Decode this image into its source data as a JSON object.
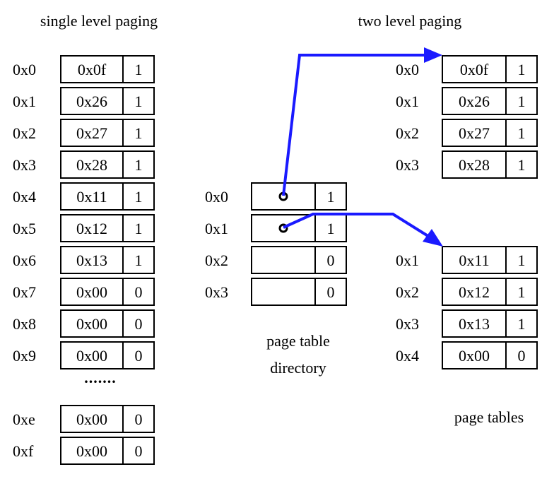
{
  "titles": {
    "single": "single level paging",
    "two": "two level paging"
  },
  "single_level": {
    "top_rows": [
      {
        "index": "0x0",
        "frame": "0x0f",
        "valid": "1"
      },
      {
        "index": "0x1",
        "frame": "0x26",
        "valid": "1"
      },
      {
        "index": "0x2",
        "frame": "0x27",
        "valid": "1"
      },
      {
        "index": "0x3",
        "frame": "0x28",
        "valid": "1"
      },
      {
        "index": "0x4",
        "frame": "0x11",
        "valid": "1"
      },
      {
        "index": "0x5",
        "frame": "0x12",
        "valid": "1"
      },
      {
        "index": "0x6",
        "frame": "0x13",
        "valid": "1"
      },
      {
        "index": "0x7",
        "frame": "0x00",
        "valid": "0"
      },
      {
        "index": "0x8",
        "frame": "0x00",
        "valid": "0"
      },
      {
        "index": "0x9",
        "frame": "0x00",
        "valid": "0"
      }
    ],
    "ellipsis": ".......",
    "bottom_rows": [
      {
        "index": "0xe",
        "frame": "0x00",
        "valid": "0"
      },
      {
        "index": "0xf",
        "frame": "0x00",
        "valid": "0"
      }
    ]
  },
  "directory": {
    "rows": [
      {
        "index": "0x0",
        "valid": "1",
        "pointer": true
      },
      {
        "index": "0x1",
        "valid": "1",
        "pointer": true
      },
      {
        "index": "0x2",
        "valid": "0",
        "pointer": false
      },
      {
        "index": "0x3",
        "valid": "0",
        "pointer": false
      }
    ],
    "label_line1": "page table",
    "label_line2": "directory"
  },
  "page_table_a": {
    "rows": [
      {
        "index": "0x0",
        "frame": "0x0f",
        "valid": "1"
      },
      {
        "index": "0x1",
        "frame": "0x26",
        "valid": "1"
      },
      {
        "index": "0x2",
        "frame": "0x27",
        "valid": "1"
      },
      {
        "index": "0x3",
        "frame": "0x28",
        "valid": "1"
      }
    ]
  },
  "page_table_b": {
    "rows": [
      {
        "index": "0x1",
        "frame": "0x11",
        "valid": "1"
      },
      {
        "index": "0x2",
        "frame": "0x12",
        "valid": "1"
      },
      {
        "index": "0x3",
        "frame": "0x13",
        "valid": "1"
      },
      {
        "index": "0x4",
        "frame": "0x00",
        "valid": "0"
      }
    ]
  },
  "page_tables_label": "page tables",
  "colors": {
    "arrow": "#1a1aff",
    "stroke": "#000000"
  }
}
